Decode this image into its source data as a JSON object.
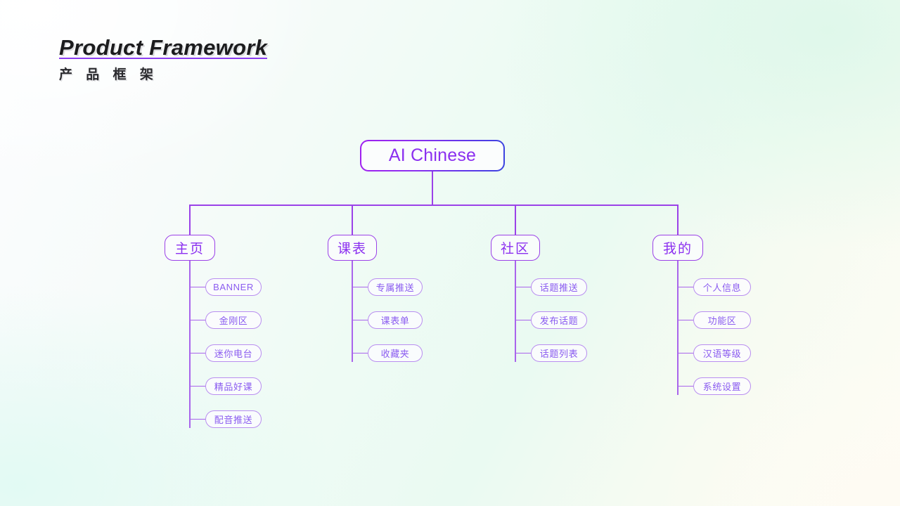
{
  "heading": {
    "title_en": "Product Framework",
    "title_cn": "产 品 框 架"
  },
  "colors": {
    "accent_purple": "#8b2ff0",
    "accent_blue": "#3b44e0",
    "leaf_border": "#b98ef0",
    "leaf_text": "#8b5cf0",
    "line": "#9b41e8",
    "bg_white": "#fcfdff",
    "bg_mint": "#eafaf2",
    "bg_cream": "#fefcf4"
  },
  "diagram": {
    "root": {
      "label": "AI Chinese"
    },
    "branches": [
      {
        "label": "主页",
        "children": [
          {
            "label": "BANNER"
          },
          {
            "label": "金刚区"
          },
          {
            "label": "迷你电台"
          },
          {
            "label": "精品好课"
          },
          {
            "label": "配音推送"
          }
        ]
      },
      {
        "label": "课表",
        "children": [
          {
            "label": "专属推送"
          },
          {
            "label": "课表单"
          },
          {
            "label": "收藏夹"
          }
        ]
      },
      {
        "label": "社区",
        "children": [
          {
            "label": "话题推送"
          },
          {
            "label": "发布话题"
          },
          {
            "label": "话题列表"
          }
        ]
      },
      {
        "label": "我的",
        "children": [
          {
            "label": "个人信息"
          },
          {
            "label": "功能区"
          },
          {
            "label": "汉语等级"
          },
          {
            "label": "系统设置"
          }
        ]
      }
    ]
  }
}
